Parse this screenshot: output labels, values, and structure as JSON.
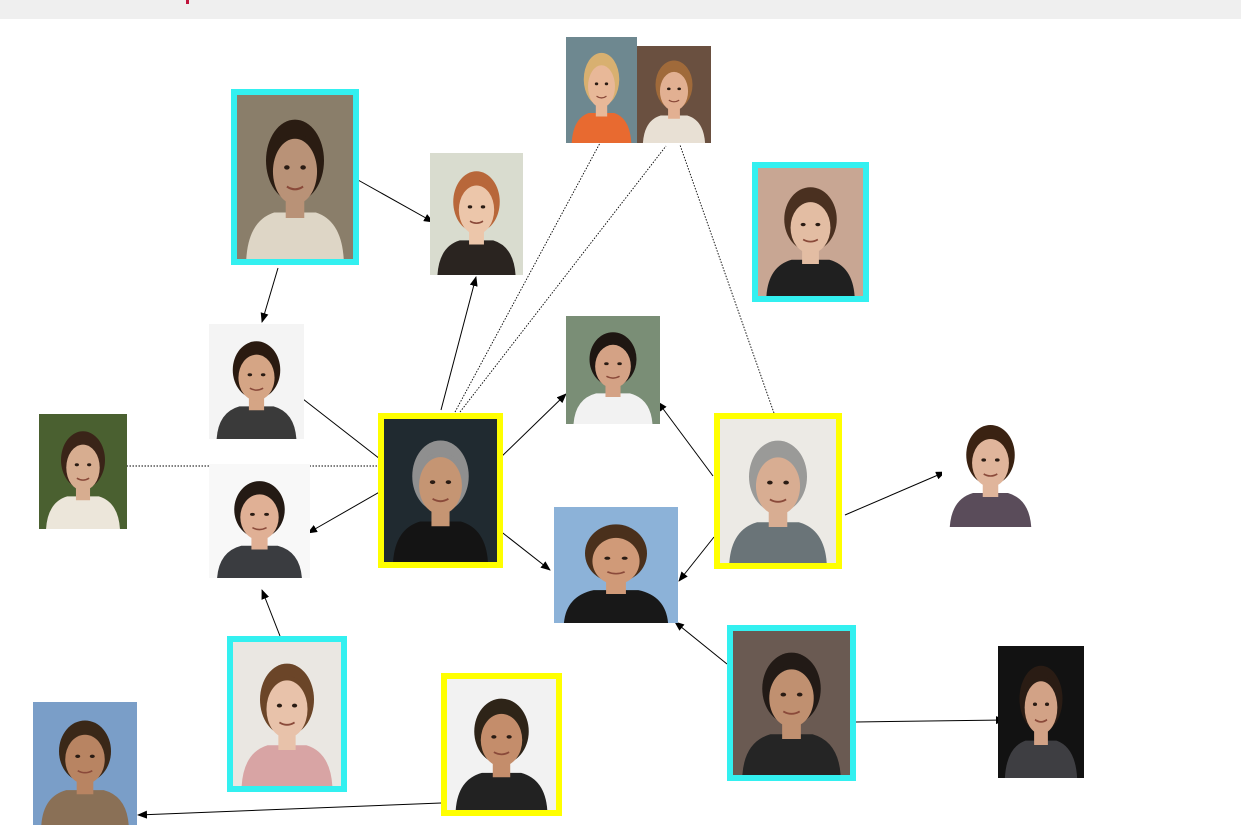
{
  "diagram": {
    "colors": {
      "highlight_primary": "#ffff00",
      "highlight_secondary": "#33f0f0",
      "edge": "#000000",
      "top_bar": "#efefef",
      "top_bar_mark": "#c0143c"
    },
    "nodes": [
      {
        "id": "center-man",
        "highlight": "yellow",
        "bg": "#202a30",
        "hair": "#8f8f8f",
        "skin": "#c59573",
        "shirt": "#141414"
      },
      {
        "id": "gray-haired-woman",
        "highlight": "yellow",
        "bg": "#eceae5",
        "hair": "#9a9a98",
        "skin": "#d8ad92",
        "shirt": "#6a7478"
      },
      {
        "id": "man-dark-jacket",
        "highlight": "yellow",
        "bg": "#f2f2f2",
        "hair": "#2e2418",
        "skin": "#c48d6b",
        "shirt": "#222222"
      },
      {
        "id": "long-hair-man",
        "highlight": "cyan",
        "bg": "#8a7e6a",
        "hair": "#2a1c12",
        "skin": "#b99277",
        "shirt": "#ded6c6"
      },
      {
        "id": "smiling-woman",
        "highlight": "cyan",
        "bg": "#c8a693",
        "hair": "#4a3020",
        "skin": "#e3bda3",
        "shirt": "#202020"
      },
      {
        "id": "curly-woman",
        "highlight": "cyan",
        "bg": "#eae7e2",
        "hair": "#6b4528",
        "skin": "#e8c2aa",
        "shirt": "#d8a4a4"
      },
      {
        "id": "cap-woman",
        "highlight": "cyan",
        "bg": "#6a5a52",
        "hair": "#221a16",
        "skin": "#c09070",
        "shirt": "#252525"
      },
      {
        "id": "red-hair-woman",
        "highlight": "none",
        "bg": "#d9dccf",
        "hair": "#b8673a",
        "skin": "#ecc6aa",
        "shirt": "#2a2420"
      },
      {
        "id": "bearded-man",
        "highlight": "none",
        "bg": "#f4f4f4",
        "hair": "#2a1a10",
        "skin": "#d5a585",
        "shirt": "#3a3a3a"
      },
      {
        "id": "woman-glasses-tree",
        "highlight": "none",
        "bg": "#4a6030",
        "hair": "#3a2418",
        "skin": "#d7ad90",
        "shirt": "#ece6da"
      },
      {
        "id": "man-suit",
        "highlight": "none",
        "bg": "#f8f8f8",
        "hair": "#241a14",
        "skin": "#e0b095",
        "shirt": "#3a3c40"
      },
      {
        "id": "woman-glasses-harbor",
        "highlight": "none",
        "bg": "#7a8e76",
        "hair": "#1e1612",
        "skin": "#d4a285",
        "shirt": "#f2f2f2"
      },
      {
        "id": "curly-man-sea",
        "highlight": "none",
        "bg": "#8cb2d8",
        "hair": "#4a301c",
        "skin": "#d09a78",
        "shirt": "#181818"
      },
      {
        "id": "young-man-plaid",
        "highlight": "none",
        "bg": "#ffffff",
        "hair": "#3a2212",
        "skin": "#e0b59b",
        "shirt": "#5a4c5a"
      },
      {
        "id": "smiling-man-dark",
        "highlight": "none",
        "bg": "#121212",
        "hair": "#2a1c14",
        "skin": "#d2a286",
        "shirt": "#3e3e42"
      },
      {
        "id": "woman-orange-top",
        "highlight": "none",
        "bg": "#6e8890",
        "hair": "#d8b070",
        "skin": "#e8b898",
        "shirt": "#e86a30"
      },
      {
        "id": "woman-long-hair",
        "highlight": "none",
        "bg": "#6a5040",
        "hair": "#a06a3a",
        "skin": "#e2b092",
        "shirt": "#e8e0d4"
      },
      {
        "id": "hiker-man",
        "highlight": "none",
        "bg": "#7a9ec8",
        "hair": "#3a2818",
        "skin": "#b88462",
        "shirt": "#8a7056"
      }
    ],
    "edges": [
      {
        "from": "long-hair-man",
        "to": "red-hair-woman",
        "style": "arrow"
      },
      {
        "from": "long-hair-man",
        "to": "bearded-man",
        "style": "arrow"
      },
      {
        "from": "center-man",
        "to": "red-hair-woman",
        "style": "arrow"
      },
      {
        "from": "center-man",
        "to": "bearded-man",
        "style": "arrow"
      },
      {
        "from": "center-man",
        "to": "man-suit",
        "style": "arrow"
      },
      {
        "from": "center-man",
        "to": "woman-glasses-harbor",
        "style": "arrow"
      },
      {
        "from": "center-man",
        "to": "curly-man-sea",
        "style": "arrow"
      },
      {
        "from": "center-man",
        "to": "woman-orange-top",
        "style": "dotted"
      },
      {
        "from": "center-man",
        "to": "woman-long-hair",
        "style": "dotted"
      },
      {
        "from": "center-man",
        "to": "woman-glasses-tree",
        "style": "dotted"
      },
      {
        "from": "gray-haired-woman",
        "to": "woman-glasses-harbor",
        "style": "arrow"
      },
      {
        "from": "gray-haired-woman",
        "to": "curly-man-sea",
        "style": "arrow"
      },
      {
        "from": "gray-haired-woman",
        "to": "young-man-plaid",
        "style": "arrow"
      },
      {
        "from": "gray-haired-woman",
        "to": "woman-long-hair",
        "style": "dotted"
      },
      {
        "from": "curly-woman",
        "to": "man-suit",
        "style": "arrow"
      },
      {
        "from": "cap-woman",
        "to": "curly-man-sea",
        "style": "arrow"
      },
      {
        "from": "cap-woman",
        "to": "smiling-man-dark",
        "style": "arrow"
      },
      {
        "from": "man-dark-jacket",
        "to": "hiker-man",
        "style": "arrow"
      }
    ]
  }
}
